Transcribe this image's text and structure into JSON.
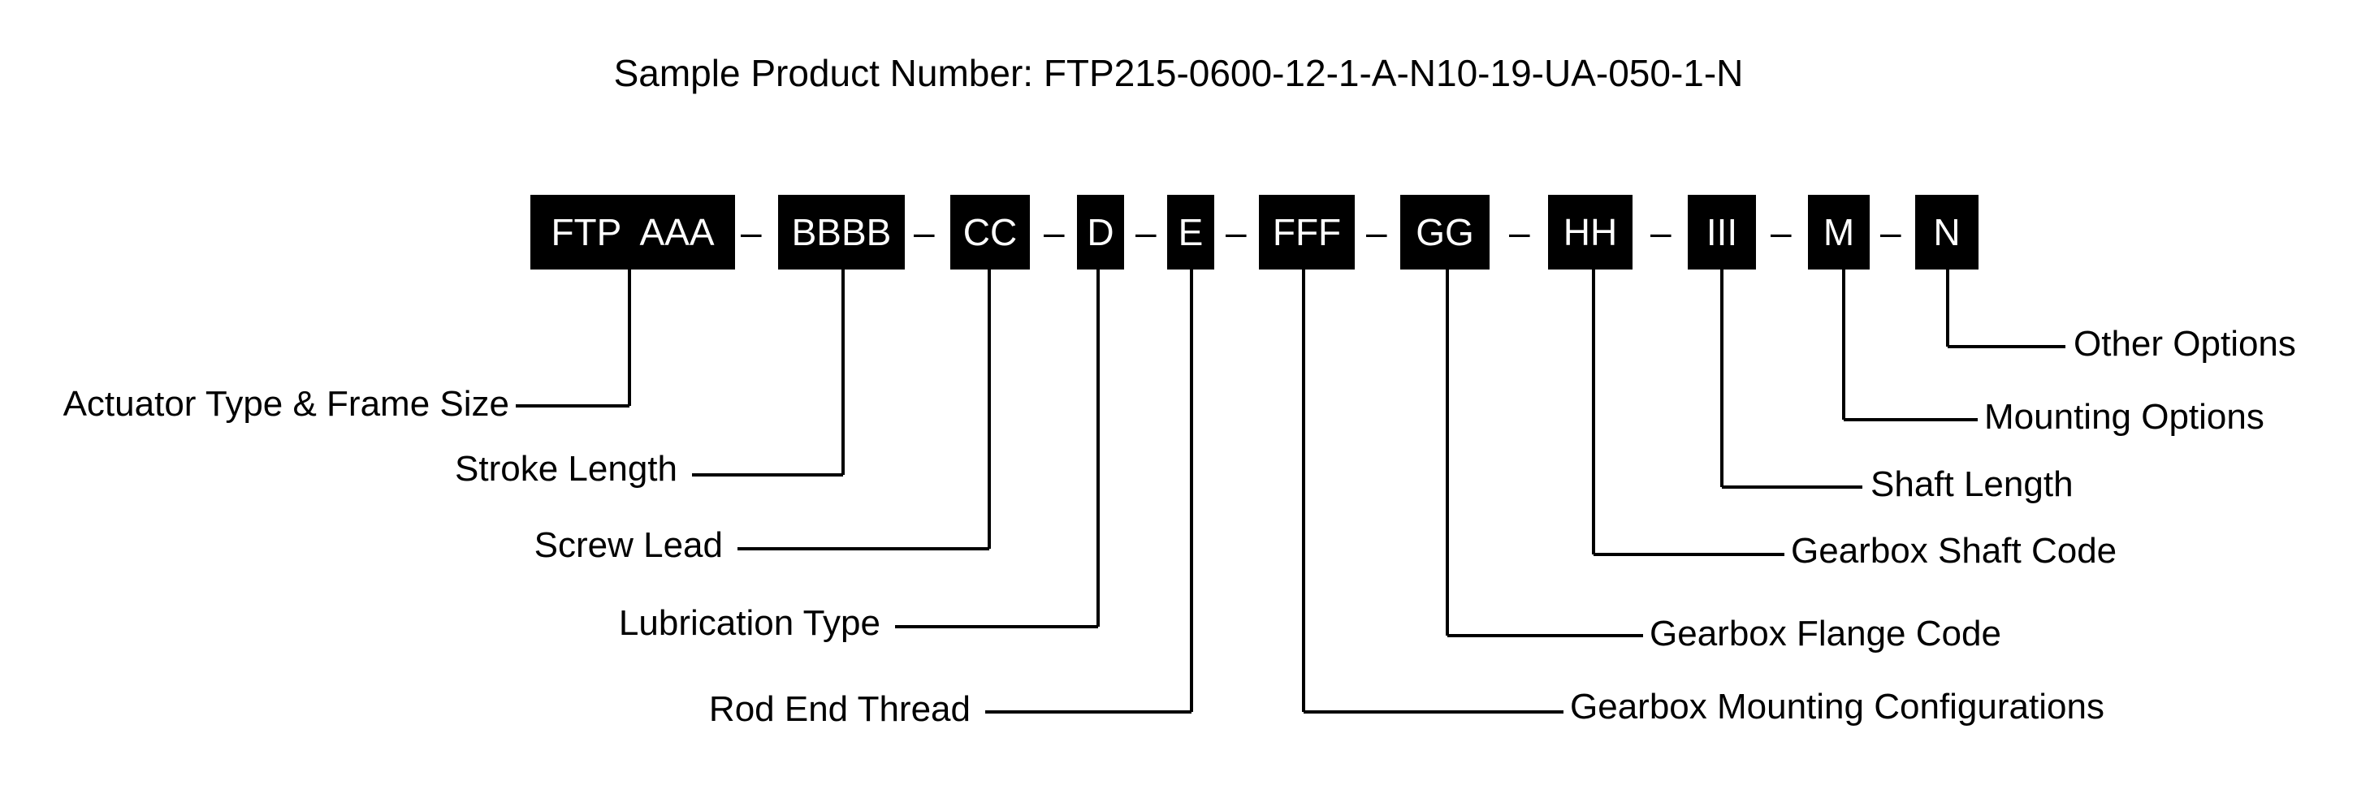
{
  "title": "Sample Product Number: FTP215-0600-12-1-A-N10-19-UA-050-1-N",
  "separator": "–",
  "segments": [
    {
      "code": "FTP  AAA",
      "label": "Actuator Type & Frame Size"
    },
    {
      "code": "BBBB",
      "label": "Stroke Length"
    },
    {
      "code": "CC",
      "label": "Screw Lead"
    },
    {
      "code": "D",
      "label": "Lubrication Type"
    },
    {
      "code": "E",
      "label": "Rod End Thread"
    },
    {
      "code": "FFF",
      "label": "Gearbox Mounting Configurations"
    },
    {
      "code": "GG",
      "label": "Gearbox Flange Code"
    },
    {
      "code": "HH",
      "label": "Gearbox Shaft Code"
    },
    {
      "code": "III",
      "label": "Shaft Length"
    },
    {
      "code": "M",
      "label": "Mounting Options"
    },
    {
      "code": "N",
      "label": "Other Options"
    }
  ],
  "colors": {
    "box": "#000000",
    "box_text": "#ffffff",
    "line": "#000000"
  }
}
